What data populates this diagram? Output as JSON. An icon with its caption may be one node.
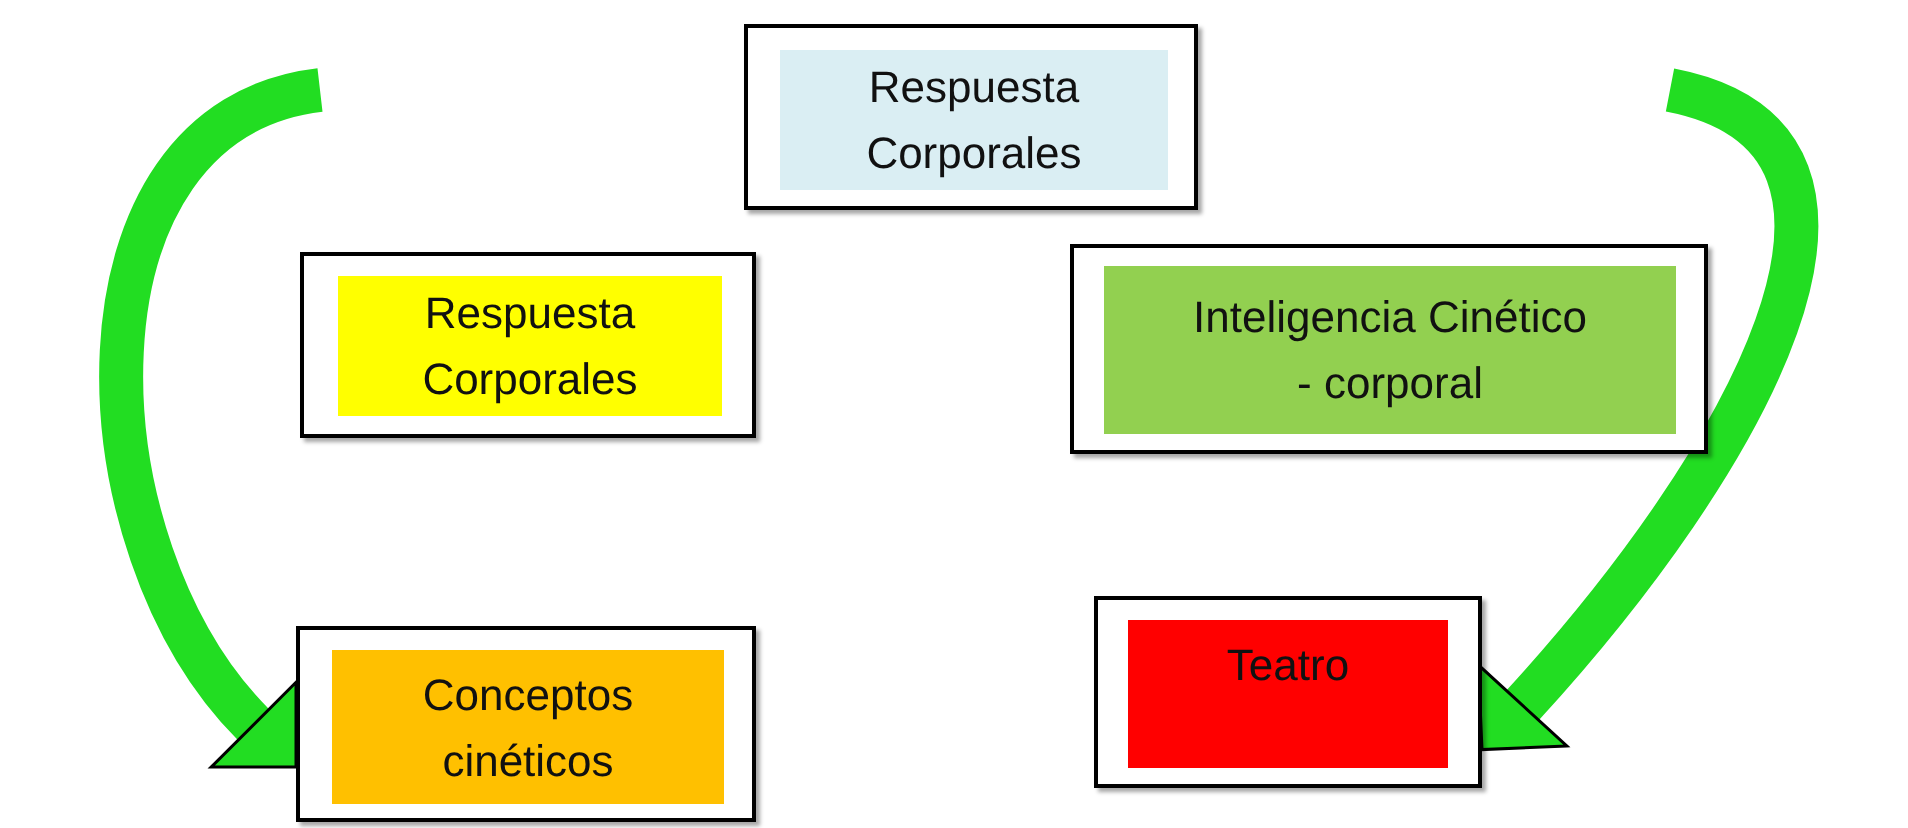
{
  "diagram": {
    "nodes": [
      {
        "text": [
          "Respuesta Corporales"
        ]
      },
      {
        "text": [
          "Respuesta Corporales"
        ]
      },
      {
        "text": [
          "Inteligencia Cinético - corporal"
        ]
      },
      {
        "text": [
          "Conceptos cinéticos"
        ]
      },
      {
        "text": [
          "Teatro"
        ]
      }
    ],
    "edges": [
      {
        "from": null,
        "to": 3,
        "arrow": "to"
      },
      {
        "from": null,
        "to": 4,
        "arrow": "to"
      }
    ]
  }
}
